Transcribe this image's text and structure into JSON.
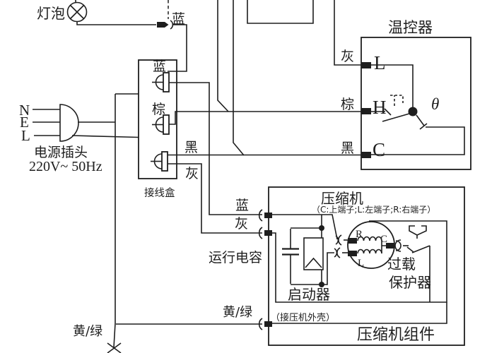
{
  "labels": {
    "lamp": "灯泡",
    "blue_lamp": "蓝",
    "jb_blue": "蓝",
    "jb_brown": "棕",
    "jb_black": "黑",
    "jb_gray": "灰",
    "junction_box": "接线盒",
    "pin_n": "N",
    "pin_e": "E",
    "pin_l": "L",
    "plug_name": "电源插头",
    "plug_spec": "220V~ 50Hz",
    "thermostat": "温控器",
    "th_gray": "灰",
    "th_brown": "棕",
    "th_black": "黑",
    "th_l": "L",
    "th_h": "H",
    "th_c": "C",
    "theta": "θ",
    "comp_blue": "蓝",
    "comp_gray": "灰",
    "compressor": "压缩机",
    "comp_subtitle": "（C:上端子;L:左端子;R:右端子）",
    "run_cap": "运行电容",
    "starter": "启动器",
    "overload_line1": "过载",
    "overload_line2": "保护器",
    "motor_r": "R",
    "motor_c": "C",
    "motor_l": "L",
    "yg_left": "黄/绿",
    "yg_right": "黄/绿",
    "shell_note": "（接压机外壳）",
    "assembly": "压缩机组件"
  },
  "colors": {
    "ink": "#1e1e1e",
    "background": "#ffffff"
  }
}
